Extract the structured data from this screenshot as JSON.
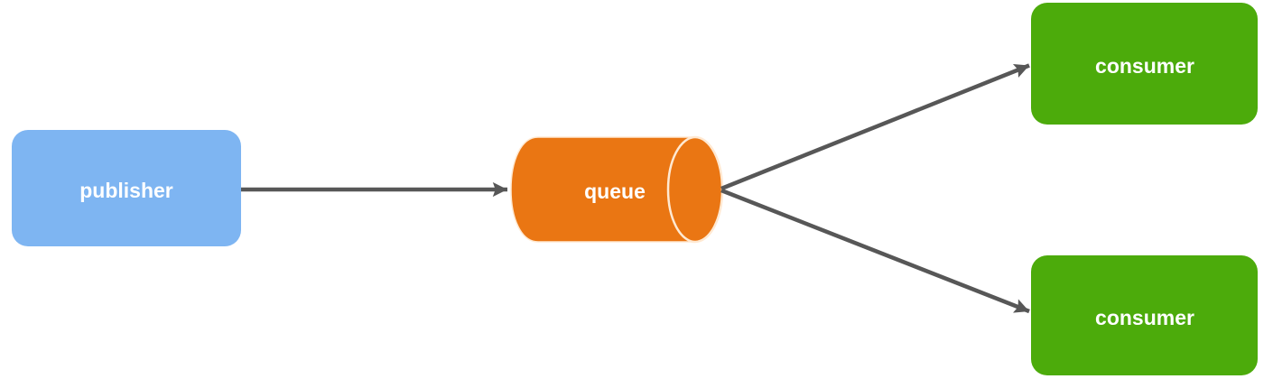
{
  "diagram": {
    "nodes": {
      "publisher": {
        "label": "publisher"
      },
      "queue": {
        "label": "queue"
      },
      "consumer_top": {
        "label": "consumer"
      },
      "consumer_bottom": {
        "label": "consumer"
      }
    },
    "colors": {
      "background": "#ffffff",
      "publisher_fill": "#7eb5f2",
      "queue_fill": "#ea7613",
      "queue_seam": "#ffe9d2",
      "consumer_fill": "#4cab0b",
      "arrow": "#575757",
      "label_text": "#ffffff"
    }
  }
}
